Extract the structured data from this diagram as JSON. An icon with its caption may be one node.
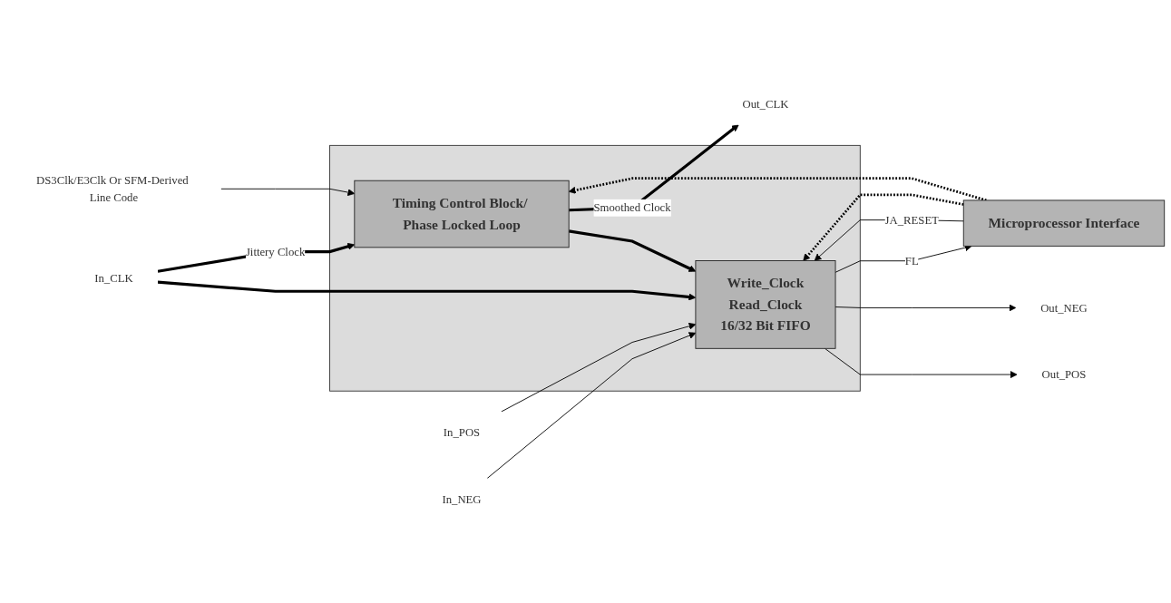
{
  "diagram": {
    "nodes": [
      {
        "text": [],
        "shape": "box"
      },
      {
        "text": [
          "Timing Control Block/ Phase Locked Loop"
        ],
        "in": 0
      },
      {
        "text": [
          "Write_Clock",
          "Read_Clock",
          "16/32 Bit FIFO"
        ],
        "in": 0
      },
      {
        "text": [
          "Microprocessor Interface"
        ]
      },
      {
        "text": [
          "In_CLK"
        ]
      },
      {
        "text": [
          "In_POS"
        ]
      },
      {
        "text": [
          "In_NEG"
        ]
      },
      {
        "text": [
          "Out_CLK"
        ]
      },
      {
        "text": [
          "Out_POS"
        ]
      },
      {
        "text": [
          "Out_NEG"
        ]
      },
      {
        "text": [
          "DS3Clk/E3Clk Or SFM-Derived Line Code"
        ]
      }
    ],
    "edges": [
      {
        "from": 4,
        "to": 2,
        "arrow": "to",
        "style": "thick"
      },
      {
        "from": 4,
        "to": 1,
        "arrow": "to",
        "style": "thick",
        "label": "Jittery Clock"
      },
      {
        "from": 1,
        "to": 2,
        "arrow": "to",
        "style": "thick"
      },
      {
        "from": 1,
        "to": 7,
        "arrow": "to",
        "style": "thick",
        "label": "Smoothed Clock"
      },
      {
        "from": 10,
        "to": 1,
        "arrow": "to"
      },
      {
        "from": 5,
        "to": 2,
        "arrow": "to"
      },
      {
        "from": 6,
        "to": 2,
        "arrow": "to"
      },
      {
        "from": 2,
        "to": 8,
        "arrow": "to"
      },
      {
        "from": 2,
        "to": 9,
        "arrow": "to"
      },
      {
        "from": 3,
        "to": 1,
        "arrow": "to",
        "style": "dashed"
      },
      {
        "from": 3,
        "to": 2,
        "arrow": "to",
        "label": "JA_RESET"
      },
      {
        "from": 3,
        "to": 2,
        "arrow": "to",
        "style": "dashed"
      },
      {
        "from": 2,
        "to": 3,
        "arrow": "to",
        "label": "FL"
      }
    ]
  }
}
